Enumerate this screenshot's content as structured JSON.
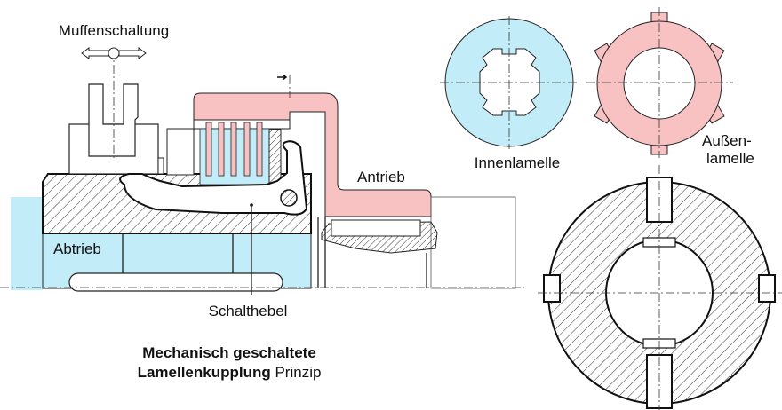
{
  "labels": {
    "muffenschaltung": "Muffenschaltung",
    "abtrieb": "Abtrieb",
    "antrieb": "Antrieb",
    "schalthebel": "Schalthebel",
    "innenlamelle": "Innenlamelle",
    "aussen_1": "Außen-",
    "aussen_2": "lamelle"
  },
  "title": {
    "line1": "Mechanisch geschaltete",
    "line2_bold": "Lamellenkupplung",
    "line2_rest": " Prinzip"
  },
  "colors": {
    "inner_plate": "#c2ecf7",
    "outer_plate": "#f8c2c3",
    "line": "#222222"
  }
}
